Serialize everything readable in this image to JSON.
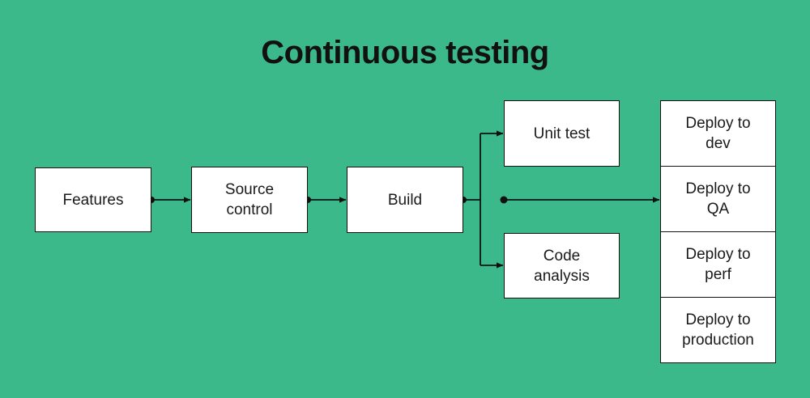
{
  "diagram": {
    "title": "Continuous testing",
    "background_color": "#3cb98a",
    "node_fill": "#ffffff",
    "line_color": "#111111",
    "text_color": "#1a1a1a",
    "nodes": {
      "features": "Features",
      "source_control": "Source\ncontrol",
      "build": "Build",
      "unit_test": "Unit test",
      "code_analysis": "Code\nanalysis"
    },
    "deploy_stack": [
      {
        "label": "Deploy to\ndev"
      },
      {
        "label": "Deploy to\nQA"
      },
      {
        "label": "Deploy to\nperf"
      },
      {
        "label": "Deploy to\nproduction"
      }
    ],
    "connections": [
      {
        "from": "features",
        "to": "source_control"
      },
      {
        "from": "source_control",
        "to": "build"
      },
      {
        "from": "build",
        "to": "unit_test"
      },
      {
        "from": "build",
        "to": "code_analysis"
      },
      {
        "from": "build",
        "to": "deploy-to-qa"
      }
    ]
  }
}
